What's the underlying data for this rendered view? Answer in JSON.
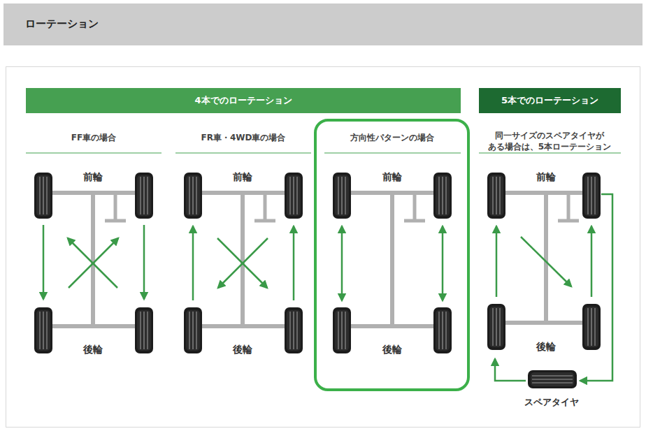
{
  "diagram": {
    "title": "ローテーション",
    "nodes": [
      {
        "text": [
          "4本でのローテーション"
        ]
      },
      {
        "text": [
          "5本でのローテーション"
        ]
      }
    ],
    "labels": [
      "FF車の場合",
      "前輪",
      "後輪",
      "FR車・4WD車の場合",
      "前輪",
      "後輪",
      "方向性パターンの場合",
      "前輪",
      "後輪",
      "同一サイズのスペアタイヤが ある場合は、5本ローテーション",
      "前輪",
      "後輪",
      "スペアタイヤ"
    ]
  }
}
